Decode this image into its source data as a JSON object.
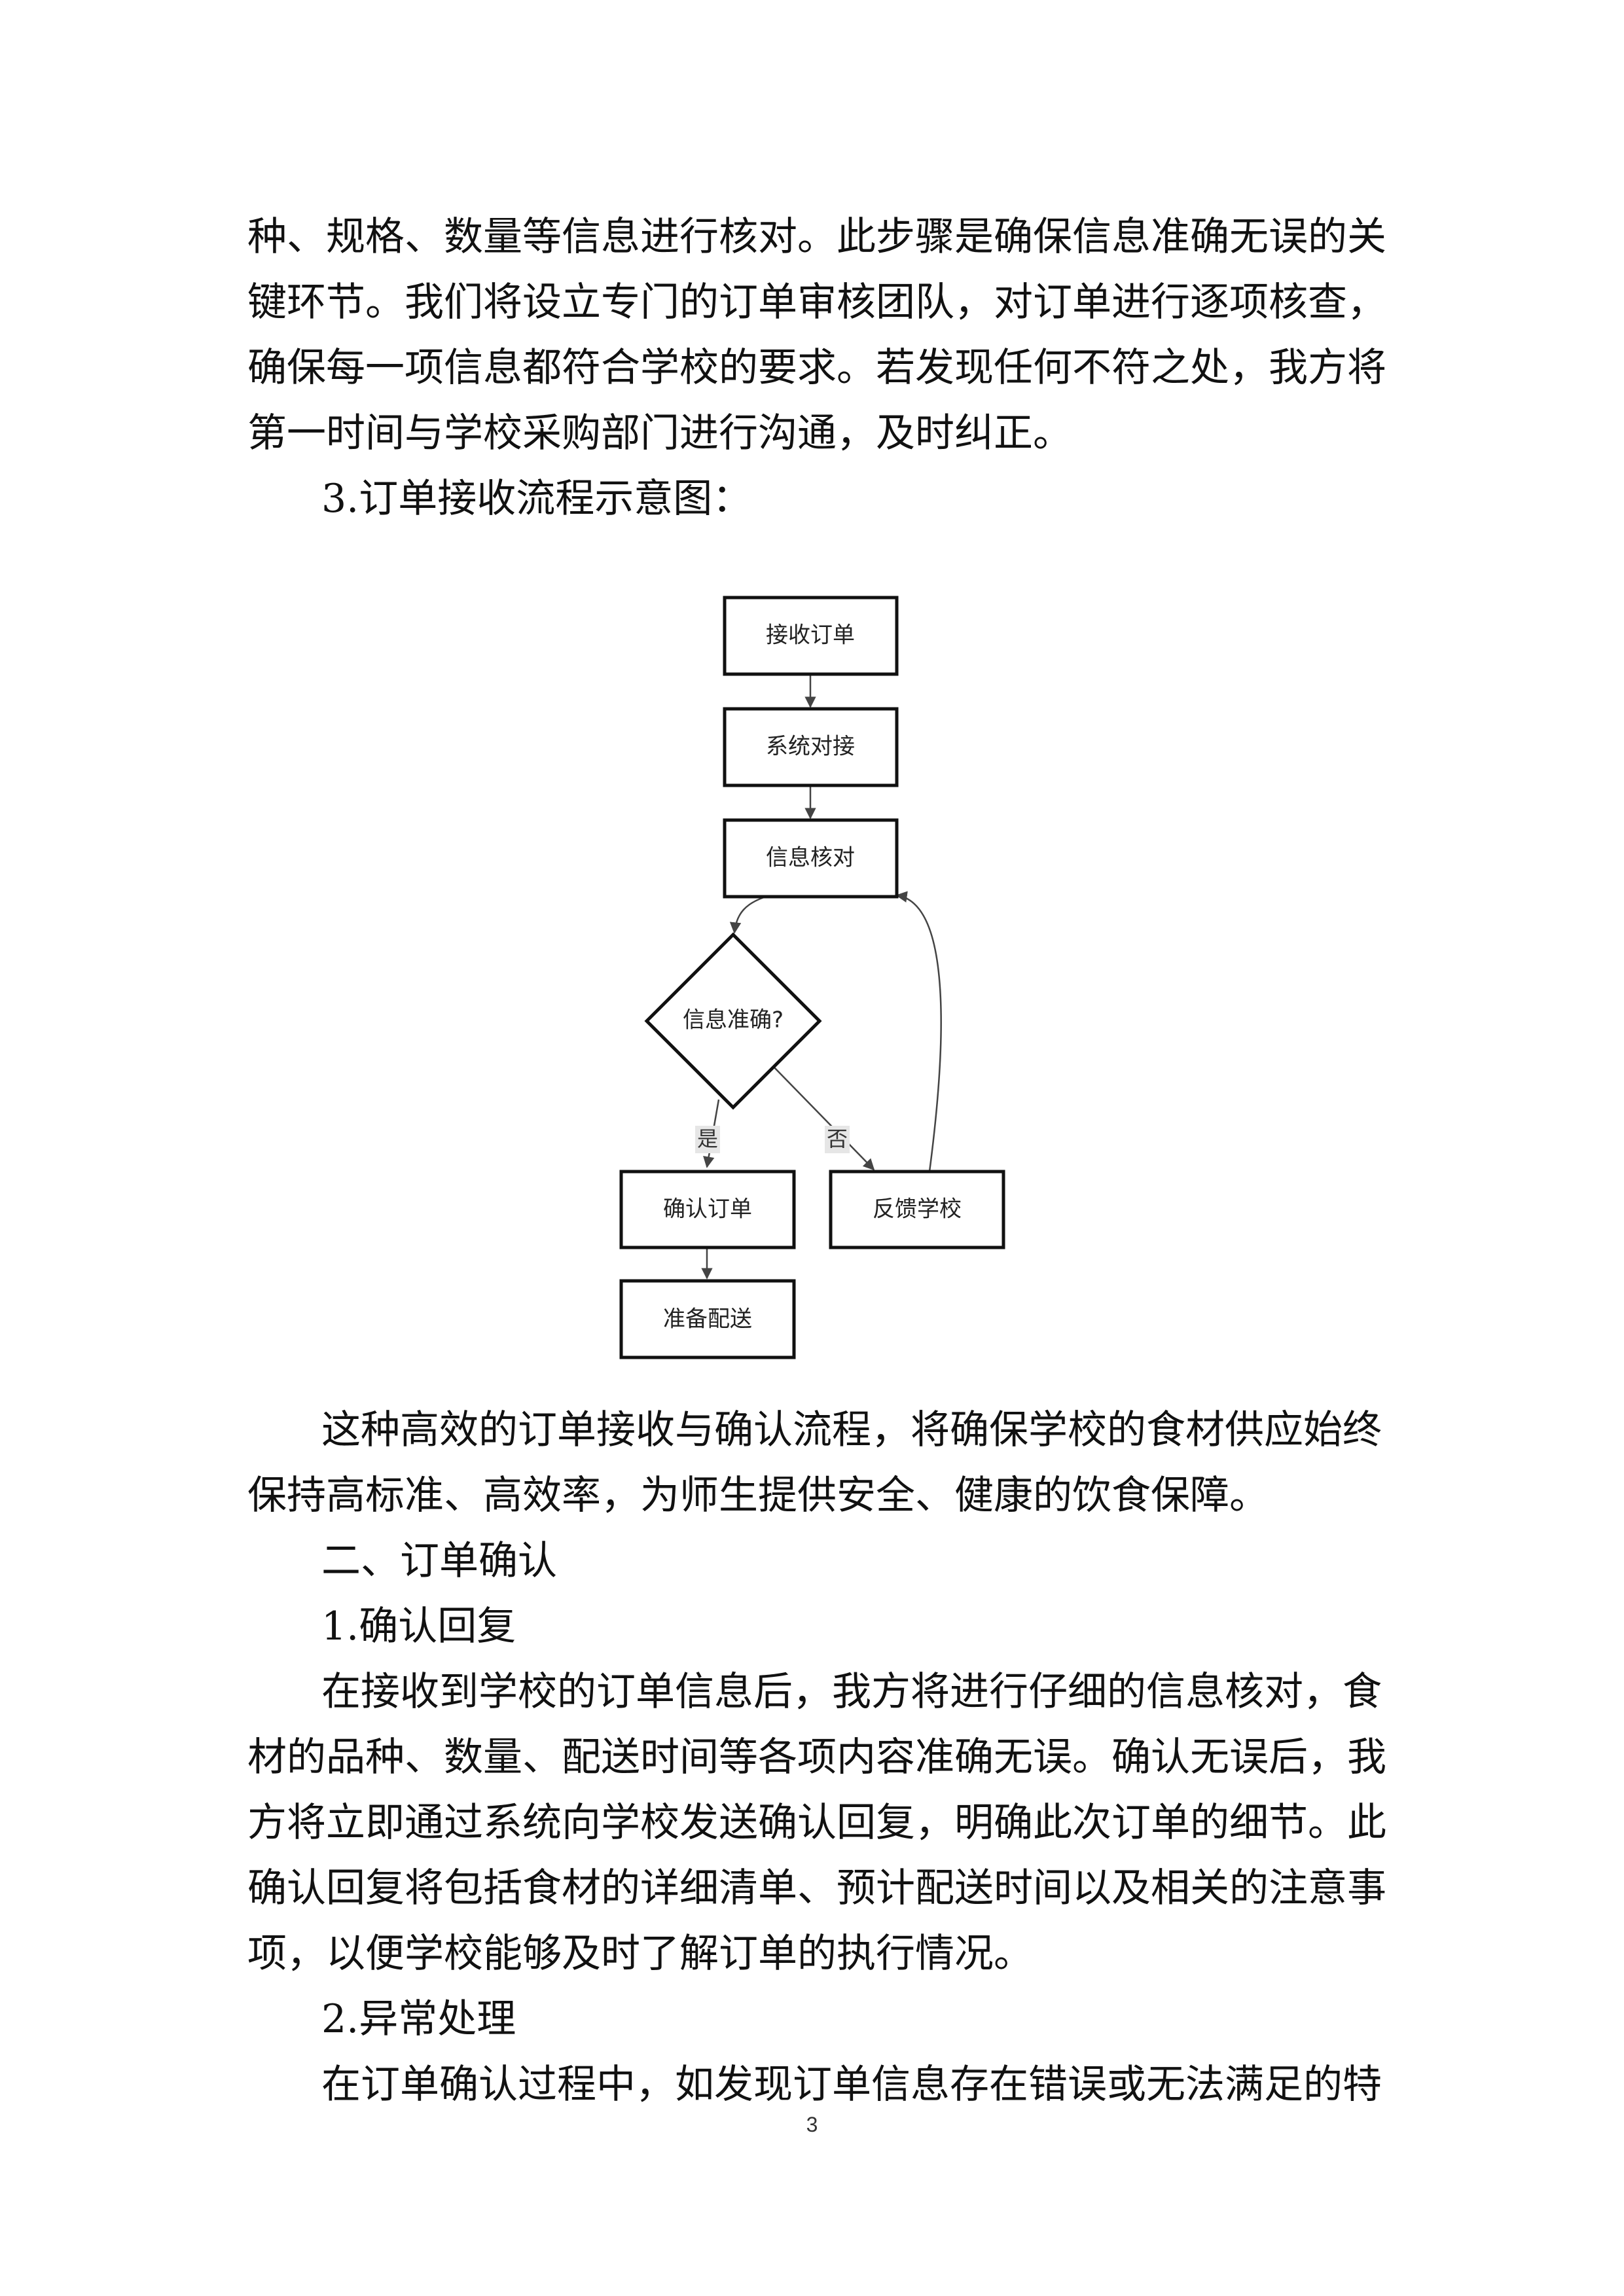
{
  "paragraph_top": [
    "种、规格、数量等信息进行核对。此步骤是确保信息准确无误的关",
    "键环节。我们将设立专门的订单审核团队，对订单进行逐项核查，",
    "确保每一项信息都符合学校的要求。若发现任何不符之处，我方将",
    "第一时间与学校采购部门进行沟通，及时纠正。"
  ],
  "diagram_heading": "3.订单接收流程示意图：",
  "flowchart": {
    "nodes": {
      "receive_order": "接收订单",
      "system_dock": "系统对接",
      "info_check": "信息核对",
      "decision": "信息准确?",
      "confirm_order": "确认订单",
      "feedback_school": "反馈学校",
      "prepare_delivery": "准备配送"
    },
    "edge_labels": {
      "yes": "是",
      "no": "否"
    }
  },
  "paragraph_after_diagram": [
    "这种高效的订单接收与确认流程，将确保学校的食材供应始终",
    "保持高标准、高效率，为师生提供安全、健康的饮食保障。"
  ],
  "section_heading": "二、订单确认",
  "subheading_1": "1.确认回复",
  "paragraph_confirm": [
    "在接收到学校的订单信息后，我方将进行仔细的信息核对，食",
    "材的品种、数量、配送时间等各项内容准确无误。确认无误后，我",
    "方将立即通过系统向学校发送确认回复，明确此次订单的细节。此",
    "确认回复将包括食材的详细清单、预计配送时间以及相关的注意事",
    "项，以便学校能够及时了解订单的执行情况。"
  ],
  "subheading_2": "2.异常处理",
  "paragraph_exception": [
    "在订单确认过程中，如发现订单信息存在错误或无法满足的特"
  ],
  "page_number": "3"
}
